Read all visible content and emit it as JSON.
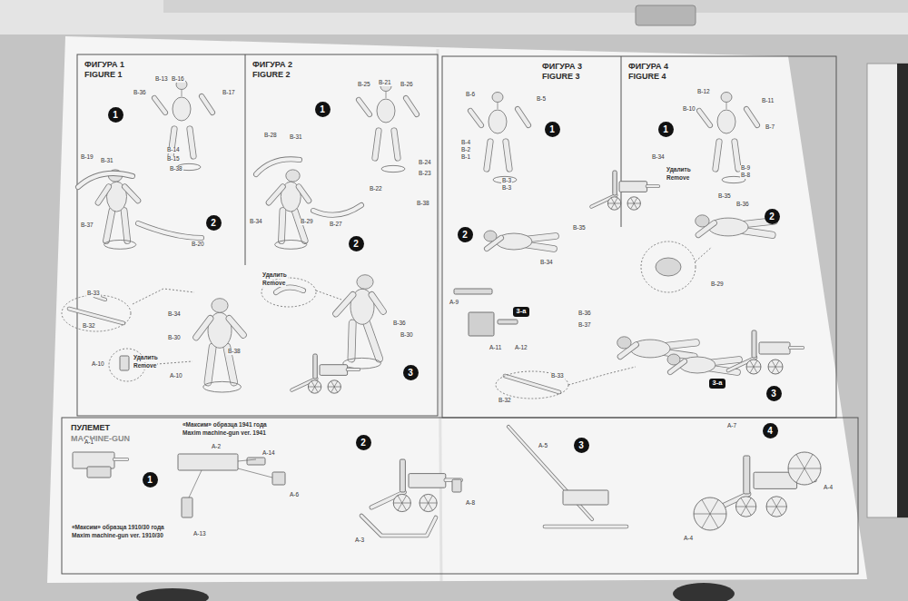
{
  "diagram": {
    "nodes": [
      {
        "text": [
          "ФИГУРА 1",
          "FIGURE 1"
        ]
      },
      {
        "text": [
          "1"
        ],
        "in": 0
      },
      {
        "text": [
          "2"
        ],
        "in": 0
      },
      {
        "text": [
          "ФИГУРА 2",
          "FIGURE 2"
        ]
      },
      {
        "text": [
          "1"
        ],
        "in": 3
      },
      {
        "text": [
          "2"
        ],
        "in": 3
      },
      {
        "text": [
          "3"
        ],
        "in": 3
      },
      {
        "text": [
          "ФИГУРА 3",
          "FIGURE 3"
        ]
      },
      {
        "text": [
          "1"
        ],
        "in": 7
      },
      {
        "text": [
          "2"
        ],
        "in": 7
      },
      {
        "text": [
          "3-a"
        ],
        "in": 7
      },
      {
        "text": [
          "ФИГУРА 4",
          "FIGURE 4"
        ]
      },
      {
        "text": [
          "1"
        ],
        "in": 11
      },
      {
        "text": [
          "2"
        ],
        "in": 11
      },
      {
        "text": [
          "3-a"
        ],
        "in": 11
      },
      {
        "text": [
          "3"
        ],
        "in": 11
      },
      {
        "text": [
          "ПУЛЕМЕТ",
          "MACHINE-GUN"
        ]
      },
      {
        "text": [
          "1"
        ],
        "in": 16
      },
      {
        "text": [
          "2"
        ],
        "in": 16
      },
      {
        "text": [
          "3"
        ],
        "in": 16
      },
      {
        "text": [
          "4"
        ],
        "in": 16
      }
    ],
    "labels": [
      "B-13",
      "B-16",
      "B-36",
      "B-17",
      "B-14",
      "B-15",
      "B-38",
      "B-19",
      "B-31",
      "B-37",
      "B-20",
      "B-33",
      "B-32",
      "B-34",
      "B-30",
      "A-10",
      "Удалить",
      "Remove",
      "A-10",
      "B-38",
      "B-25",
      "B-21",
      "B-26",
      "B-28",
      "B-31",
      "B-22",
      "B-24",
      "B-23",
      "B-38",
      "B-34",
      "B-29",
      "B-27",
      "Удалить",
      "Remove",
      "B-36",
      "B-30",
      "B-6",
      "B-5",
      "B-4",
      "B-2",
      "B-1",
      "B-3",
      "B-3",
      "B-35",
      "B-34",
      "A-9",
      "A-11",
      "A-12",
      "B-36",
      "B-37",
      "B-33",
      "B-32",
      "B-12",
      "B-11",
      "B-10",
      "B-7",
      "B-34",
      "B-9",
      "B-8",
      "Удалить",
      "Remove",
      "B-35",
      "B-36",
      "B-29",
      "A-1",
      "«Максим» образца 1910/30 года",
      "Maxim machine-gun ver. 1910/30",
      "«Максим» образца 1941 года",
      "Maxim machine-gun ver. 1941",
      "A-2",
      "A-14",
      "A-6",
      "A-13",
      "A-3",
      "A-8",
      "A-5",
      "A-7",
      "A-4",
      "A-4"
    ]
  }
}
